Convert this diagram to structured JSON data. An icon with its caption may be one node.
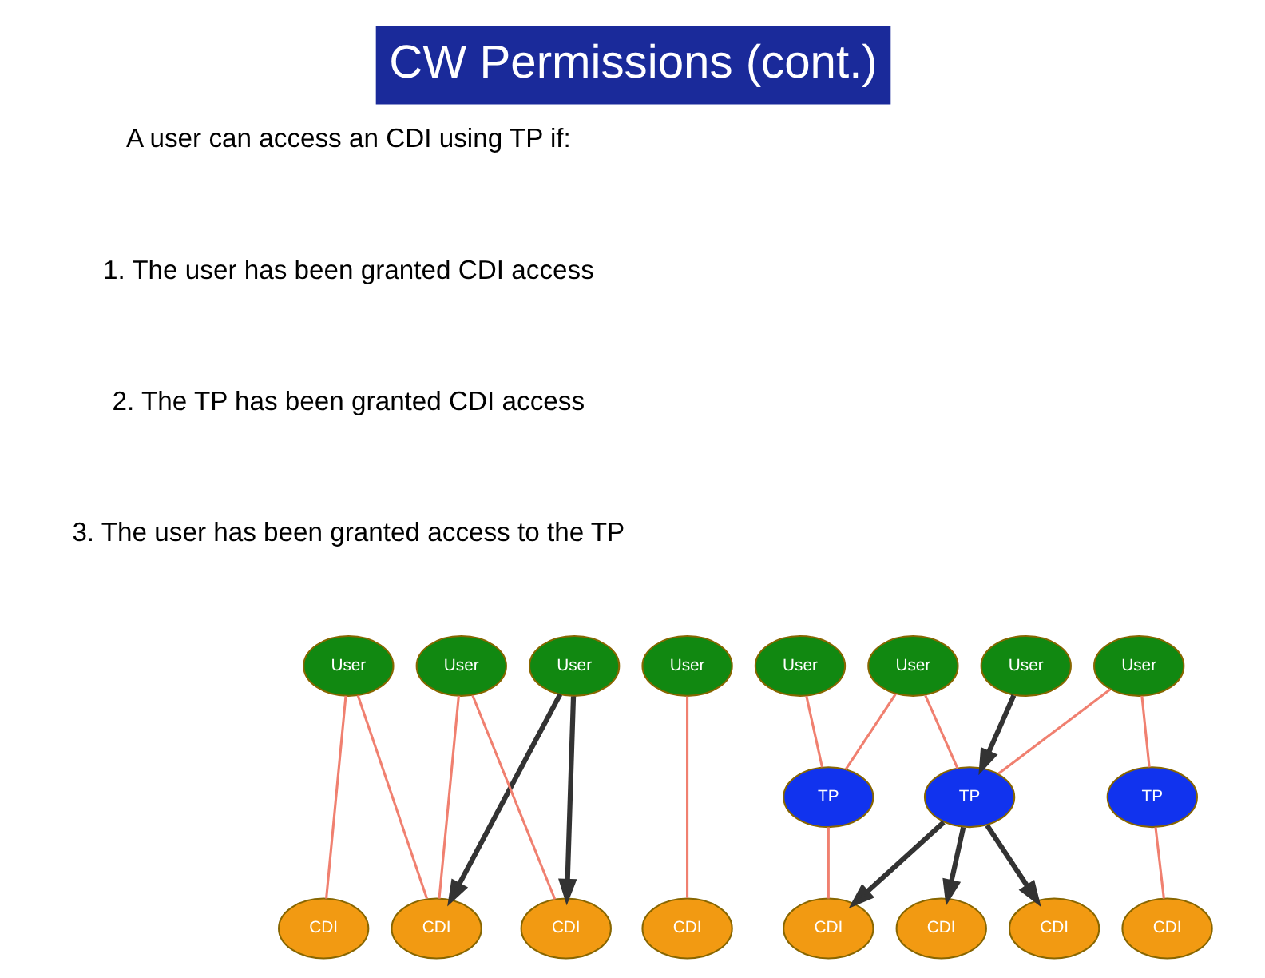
{
  "diagram": {
    "title": "CW Permissions (cont.)",
    "nodes": [
      {
        "text": [
          "User"
        ]
      },
      {
        "text": [
          "User"
        ]
      },
      {
        "text": [
          "User"
        ]
      },
      {
        "text": [
          "User"
        ]
      },
      {
        "text": [
          "CDI"
        ]
      },
      {
        "text": [
          "CDI"
        ]
      },
      {
        "text": [
          "CDI"
        ]
      },
      {
        "text": [
          "CDI"
        ]
      },
      {
        "text": [
          "User"
        ]
      },
      {
        "text": [
          "User"
        ]
      },
      {
        "text": [
          "User"
        ]
      },
      {
        "text": [
          "User"
        ]
      },
      {
        "text": [
          "TP"
        ]
      },
      {
        "text": [
          "TP"
        ]
      },
      {
        "text": [
          "TP"
        ]
      },
      {
        "text": [
          "CDI"
        ]
      },
      {
        "text": [
          "CDI"
        ]
      },
      {
        "text": [
          "CDI"
        ]
      },
      {
        "text": [
          "CDI"
        ]
      }
    ],
    "edges": [
      {
        "from": 0,
        "to": 5,
        "arrow": "none"
      },
      {
        "from": 0,
        "to": 6,
        "arrow": "none"
      },
      {
        "from": 1,
        "to": 4,
        "arrow": "none"
      },
      {
        "from": 2,
        "to": 5,
        "arrow": "to",
        "style": "thick",
        "color": "#333333"
      },
      {
        "from": 2,
        "to": 7,
        "arrow": "to",
        "style": "thick",
        "color": "#333333"
      },
      {
        "from": 3,
        "to": 5,
        "arrow": "none"
      },
      {
        "from": 3,
        "to": 7,
        "arrow": "none"
      },
      {
        "from": 8,
        "to": 12,
        "arrow": "none"
      },
      {
        "from": 8,
        "to": 13,
        "arrow": "none"
      },
      {
        "from": 9,
        "to": 13,
        "arrow": "none"
      },
      {
        "from": 10,
        "to": 12,
        "arrow": "to",
        "style": "thick",
        "color": "#333333"
      },
      {
        "from": 11,
        "to": 12,
        "arrow": "none"
      },
      {
        "from": 11,
        "to": 14,
        "arrow": "none"
      },
      {
        "from": 12,
        "to": 15,
        "arrow": "to",
        "style": "thick",
        "color": "#333333"
      },
      {
        "from": 12,
        "to": 16,
        "arrow": "to",
        "style": "thick",
        "color": "#333333"
      },
      {
        "from": 12,
        "to": 18,
        "arrow": "to",
        "style": "thick",
        "color": "#333333"
      },
      {
        "from": 13,
        "to": 16,
        "arrow": "none"
      },
      {
        "from": 14,
        "to": 17,
        "arrow": "none"
      }
    ],
    "labels": [
      "A user can access an CDI using TP if:",
      "1. The user has been granted CDI access",
      "2. The TP has been granted CDI access",
      "3. The user has been granted access to the TP"
    ]
  }
}
